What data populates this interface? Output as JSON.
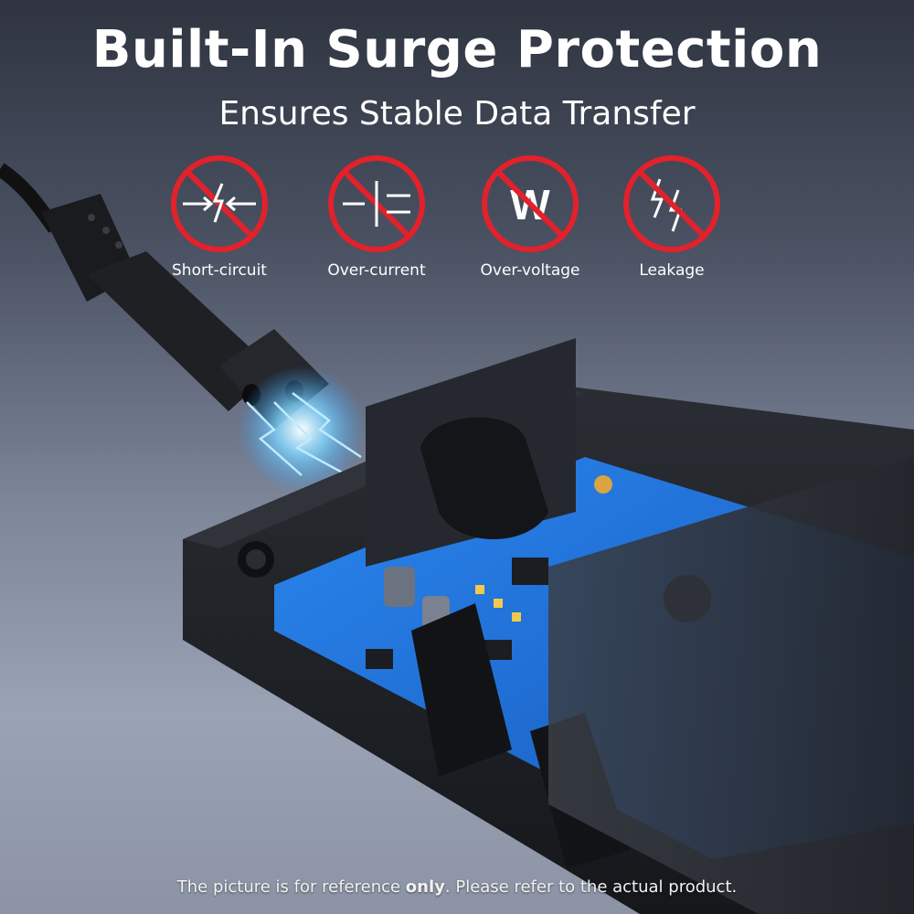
{
  "header": {
    "title": "Built-In Surge Protection",
    "subtitle": "Ensures Stable Data Transfer"
  },
  "protections": [
    {
      "label": "Short-circuit",
      "icon": "short-circuit-icon"
    },
    {
      "label": "Over-current",
      "icon": "over-current-icon"
    },
    {
      "label": "Over-voltage",
      "icon": "over-voltage-icon",
      "glyph": "W"
    },
    {
      "label": "Leakage",
      "icon": "leakage-icon"
    }
  ],
  "colors": {
    "prohibition_red": "#e3212b",
    "board_blue": "#1e6fd9",
    "case_black": "#1b1d22"
  },
  "footer": {
    "text_before": "The picture is for reference ",
    "text_bold": "only",
    "text_after": ". Please refer to the actual product."
  }
}
